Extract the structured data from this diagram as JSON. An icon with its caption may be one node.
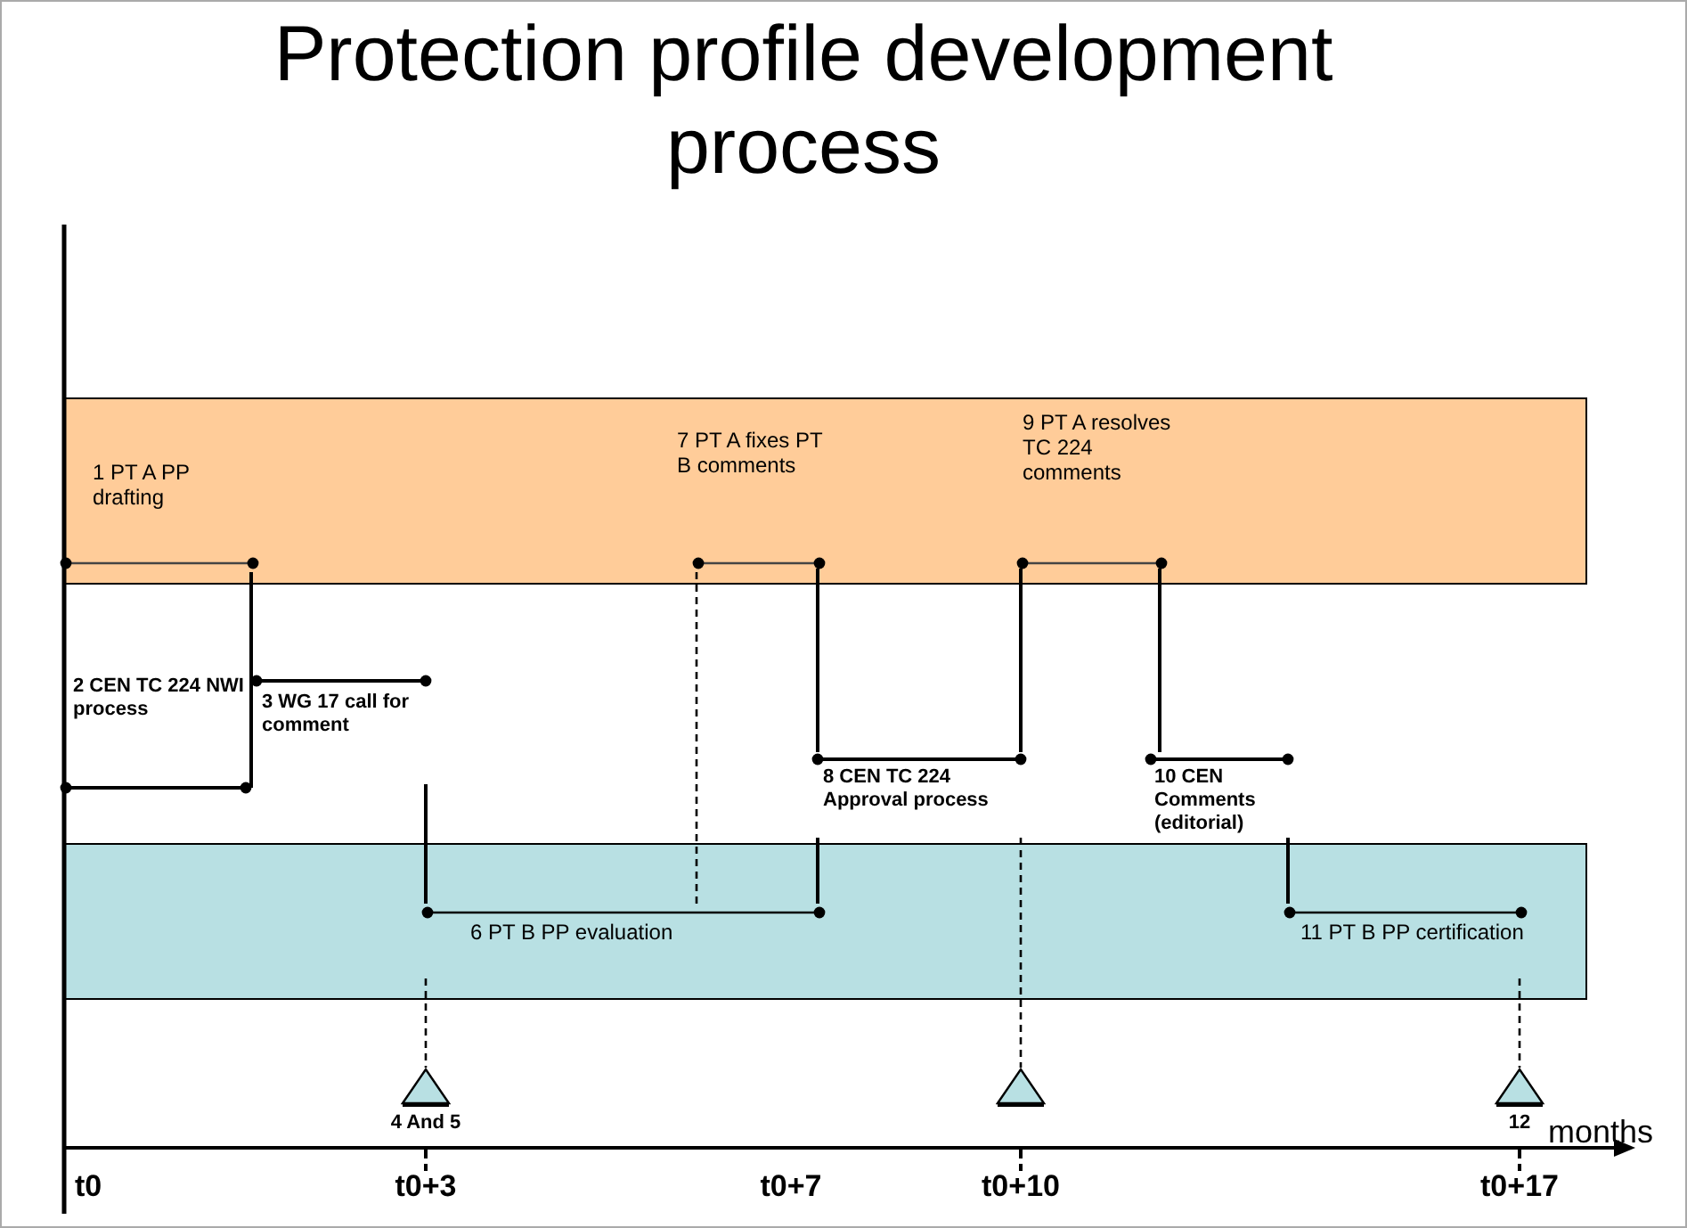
{
  "diagram": {
    "title": "Protection profile development process",
    "nodes": [
      {
        "text": [],
        "shape": "band"
      },
      {
        "text": [],
        "shape": "band"
      },
      {
        "text": [
          "1 PT A PP drafting"
        ],
        "in": 0
      },
      {
        "text": [
          "7 PT A fixes PT B comments"
        ],
        "in": 0
      },
      {
        "text": [
          "9 PT A resolves TC 224 comments"
        ],
        "in": 0
      },
      {
        "text": [
          "2 CEN TC 224 NWI process"
        ]
      },
      {
        "text": [
          "3 WG 17 call for comment"
        ]
      },
      {
        "text": [
          "8 CEN TC 224 Approval process"
        ]
      },
      {
        "text": [
          "10 CEN Comments (editorial)"
        ]
      },
      {
        "text": [
          "6 PT B PP evaluation"
        ],
        "in": 1
      },
      {
        "text": [
          "11 PT B PP certification"
        ],
        "in": 1
      },
      {
        "text": [
          "4 And 5"
        ]
      },
      {
        "text": [],
        "shape": "triangle"
      },
      {
        "text": [
          "12"
        ]
      }
    ],
    "edges": [
      {
        "from": 2,
        "to": 6,
        "arrow": "none"
      },
      {
        "from": 5,
        "to": 6,
        "arrow": "none"
      },
      {
        "from": 6,
        "to": 9,
        "arrow": "none"
      },
      {
        "from": 9,
        "to": 3,
        "arrow": "none",
        "style": "dashed"
      },
      {
        "from": 3,
        "to": 7,
        "arrow": "none"
      },
      {
        "from": 9,
        "to": 7,
        "arrow": "none"
      },
      {
        "from": 7,
        "to": 4,
        "arrow": "none"
      },
      {
        "from": 4,
        "to": 8,
        "arrow": "none"
      },
      {
        "from": 8,
        "to": 10,
        "arrow": "none"
      },
      {
        "from": 9,
        "to": 11,
        "arrow": "none",
        "style": "dashed"
      },
      {
        "from": 7,
        "to": 12,
        "arrow": "none",
        "style": "dashed"
      },
      {
        "from": 10,
        "to": 13,
        "arrow": "none",
        "style": "dashed"
      }
    ],
    "labels": [
      "months",
      "t0",
      "t0+3",
      "t0+7",
      "t0+10",
      "t0+17"
    ]
  }
}
